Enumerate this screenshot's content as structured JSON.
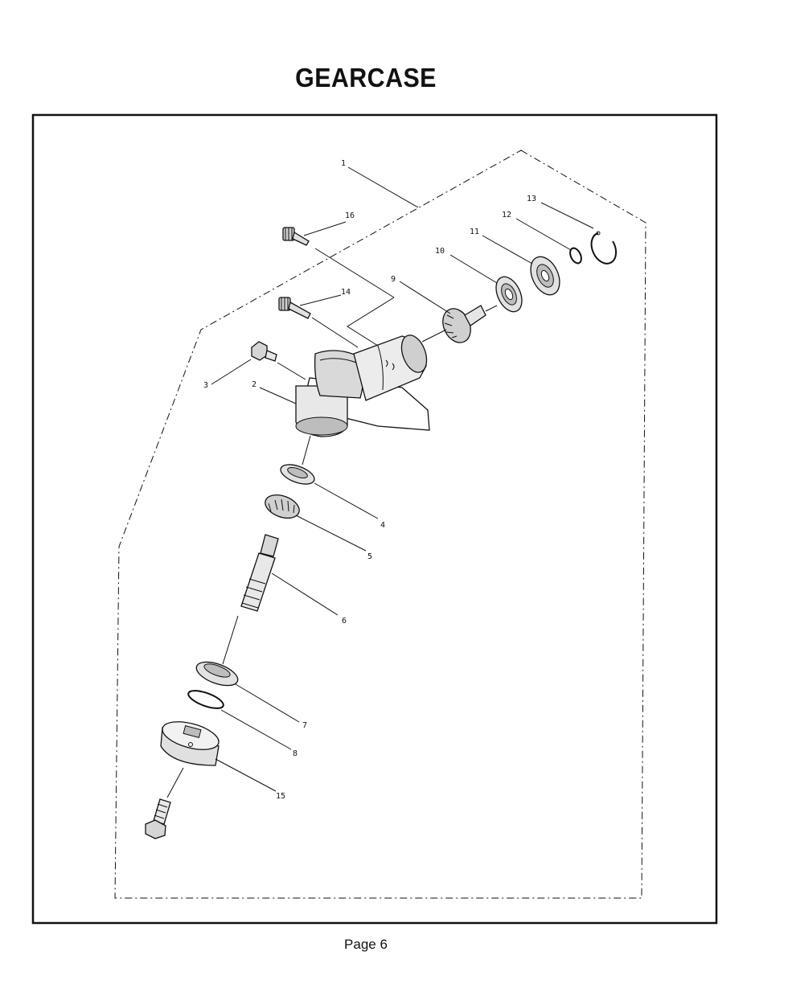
{
  "page": {
    "title": "GEARCASE",
    "footer": "Page 6"
  },
  "callouts": [
    {
      "id": "c1",
      "label": "1"
    },
    {
      "id": "c2",
      "label": "2"
    },
    {
      "id": "c3",
      "label": "3"
    },
    {
      "id": "c4",
      "label": "4"
    },
    {
      "id": "c5",
      "label": "5"
    },
    {
      "id": "c6",
      "label": "6"
    },
    {
      "id": "c7",
      "label": "7"
    },
    {
      "id": "c8",
      "label": "8"
    },
    {
      "id": "c9",
      "label": "9"
    },
    {
      "id": "c10",
      "label": "10"
    },
    {
      "id": "c11",
      "label": "11"
    },
    {
      "id": "c12",
      "label": "12"
    },
    {
      "id": "c13",
      "label": "13"
    },
    {
      "id": "c14",
      "label": "14"
    },
    {
      "id": "c15",
      "label": "15"
    },
    {
      "id": "c16",
      "label": "16"
    }
  ]
}
